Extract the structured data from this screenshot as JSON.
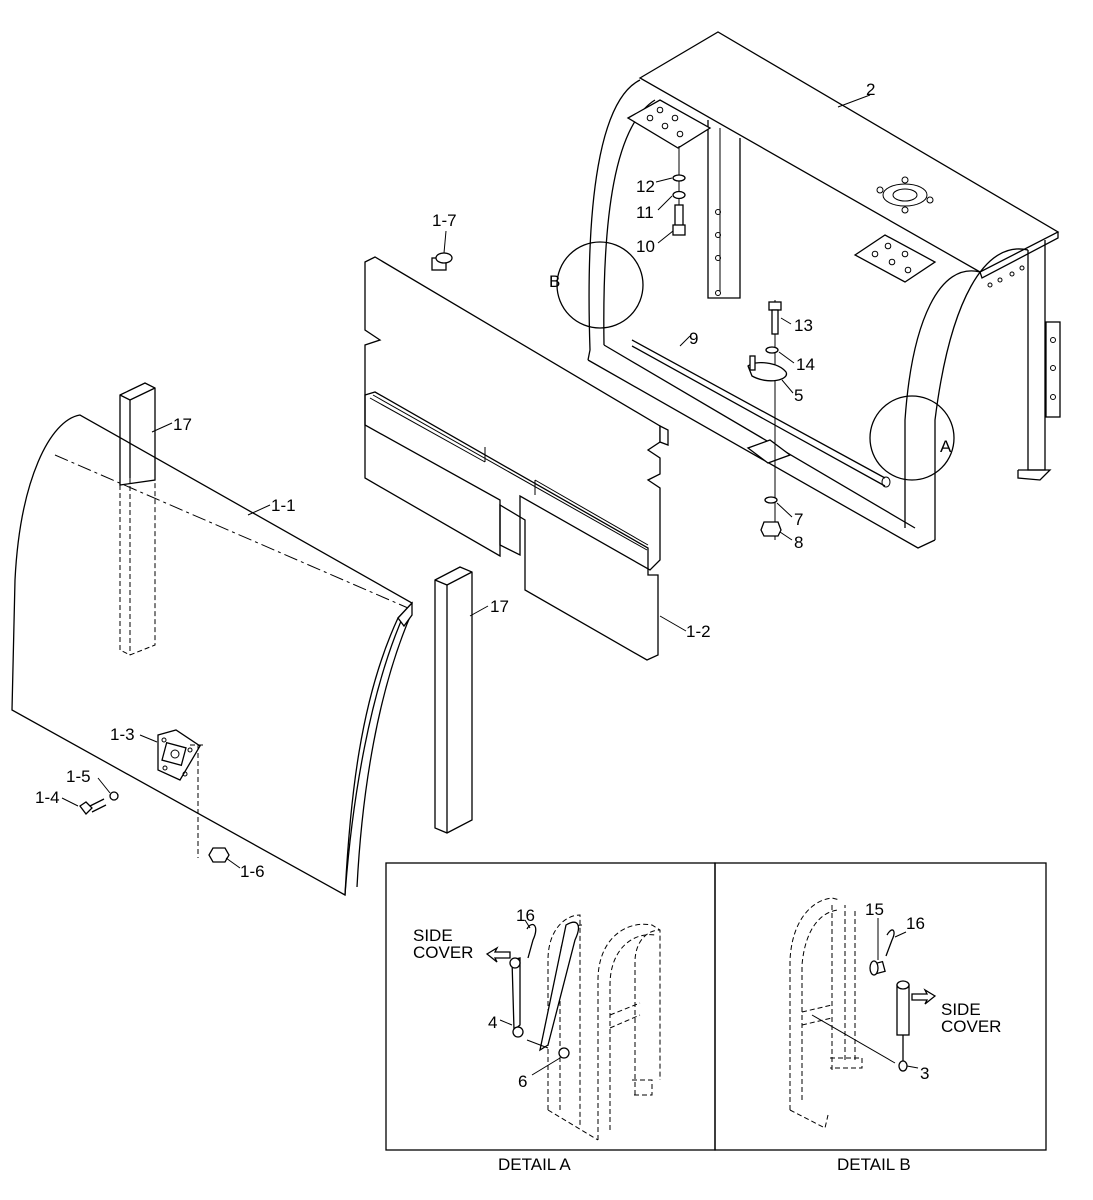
{
  "callouts": {
    "c2": "2",
    "c1_7": "1-7",
    "cB": "B",
    "c12": "12",
    "c11": "11",
    "c10": "10",
    "c13": "13",
    "c9": "9",
    "c14": "14",
    "c5": "5",
    "cA": "A",
    "c7": "7",
    "c8": "8",
    "c17a": "17",
    "c1_1": "1-1",
    "c17b": "17",
    "c1_2": "1-2",
    "c1_3": "1-3",
    "c1_5": "1-5",
    "c1_4": "1-4",
    "c1_6": "1-6"
  },
  "detail_a": {
    "caption": "DETAIL  A",
    "c16": "16",
    "c4": "4",
    "c6": "6",
    "side_cover_1": "SIDE",
    "side_cover_2": "COVER"
  },
  "detail_b": {
    "caption": "DETAIL  B",
    "c15": "15",
    "c16": "16",
    "c3": "3",
    "side_cover_1": "SIDE",
    "side_cover_2": "COVER"
  }
}
